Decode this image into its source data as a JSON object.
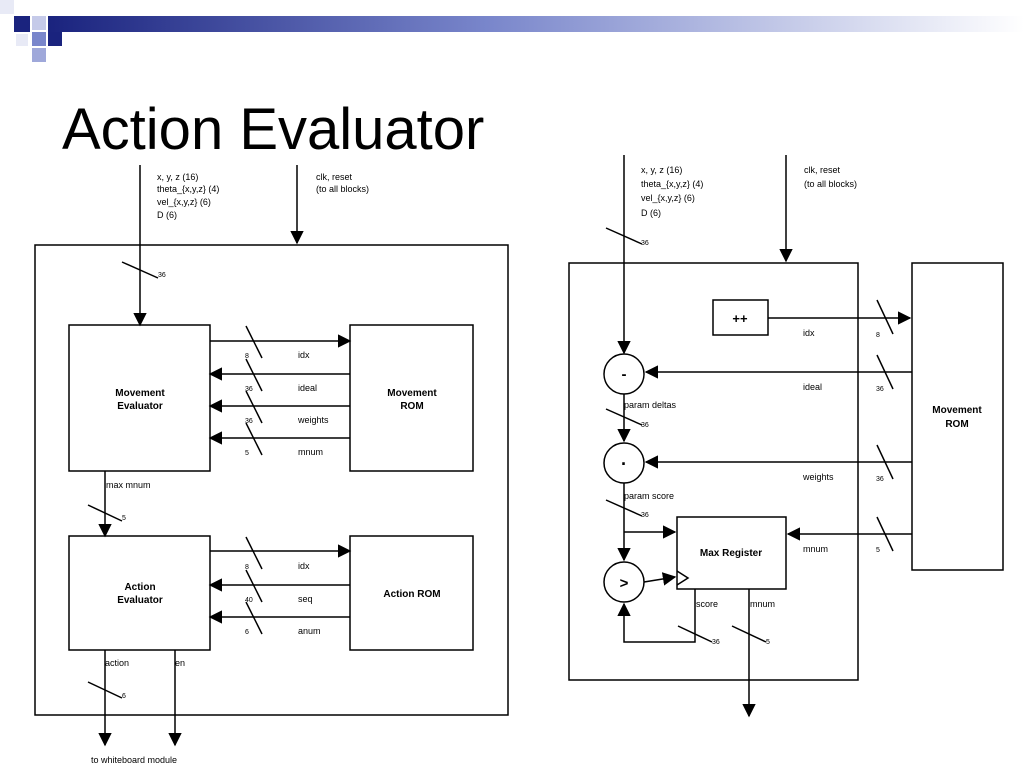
{
  "slide": {
    "title": "Action Evaluator",
    "theme": {
      "accent": "#1a237e",
      "accent_light": "#9fa8da",
      "line": "#000000"
    }
  },
  "left": {
    "inputs": {
      "state_lines": [
        "x, y, z (16)",
        "theta_{x,y,z} (4)",
        "vel_{x,y,z} (6)",
        "D (6)"
      ],
      "clk_lines": [
        "clk, reset",
        "(to all blocks)"
      ],
      "in_width": "36"
    },
    "movement_evaluator": [
      "Movement",
      "Evaluator"
    ],
    "movement_rom": [
      "Movement",
      "ROM"
    ],
    "action_evaluator": [
      "Action",
      "Evaluator"
    ],
    "action_rom": "Action ROM",
    "mrom_buses": [
      {
        "name": "idx",
        "width": "8"
      },
      {
        "name": "ideal",
        "width": "36"
      },
      {
        "name": "weights",
        "width": "36"
      },
      {
        "name": "mnum",
        "width": "5"
      }
    ],
    "arom_buses": [
      {
        "name": "idx",
        "width": "8"
      },
      {
        "name": "seq",
        "width": "40"
      },
      {
        "name": "anum",
        "width": "6"
      }
    ],
    "max_mnum": {
      "label": "max mnum",
      "width": "5"
    },
    "action_out": {
      "label": "action",
      "width": "6"
    },
    "en_label": "en",
    "output_label": "to whiteboard module"
  },
  "right": {
    "inputs": {
      "state_lines": [
        "x, y, z (16)",
        "theta_{x,y,z} (4)",
        "vel_{x,y,z} (6)",
        "D (6)"
      ],
      "clk_lines": [
        "clk, reset",
        "(to all blocks)"
      ],
      "in_width": "36"
    },
    "counter": "++",
    "sub_op": "-",
    "dot_op": "·",
    "cmp_op": ">",
    "param_deltas": {
      "label": "param deltas",
      "width": "36"
    },
    "param_score": {
      "label": "param score",
      "width": "36"
    },
    "max_register": "Max Register",
    "movement_rom": [
      "Movement",
      "ROM"
    ],
    "rom_buses": [
      {
        "name": "idx",
        "width": "8"
      },
      {
        "name": "ideal",
        "width": "36"
      },
      {
        "name": "weights",
        "width": "36"
      },
      {
        "name": "mnum",
        "width": "5"
      }
    ],
    "score": {
      "label": "score",
      "width": "36"
    },
    "mnum_out": {
      "label": "mnum",
      "width": "5"
    }
  }
}
